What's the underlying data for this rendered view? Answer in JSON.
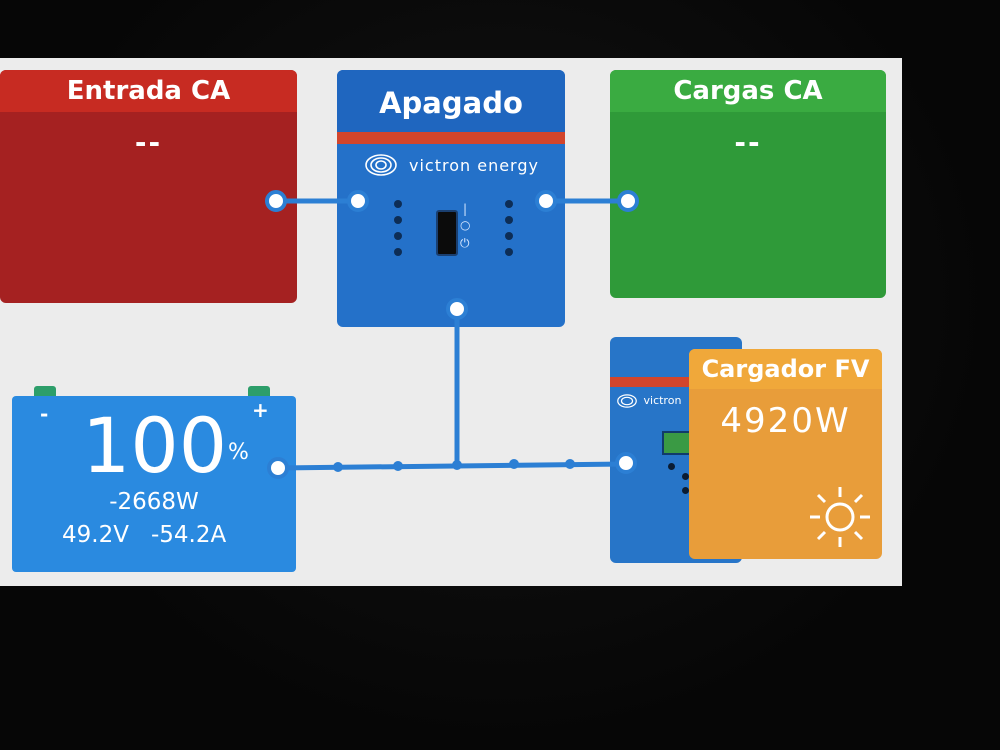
{
  "ac_input": {
    "title": "Entrada CA",
    "value": "--"
  },
  "inverter": {
    "state": "Apagado",
    "brand": "victron energy"
  },
  "ac_loads": {
    "title": "Cargas CA",
    "value": "--"
  },
  "battery": {
    "soc": "100",
    "soc_unit": "%",
    "minus": "-",
    "plus": "+",
    "power": "-2668W",
    "voltage": "49.2V",
    "current": "-54.2A"
  },
  "pv_charger": {
    "title": "Cargador FV",
    "power": "4920W",
    "device_brand": "victron"
  },
  "icons": [
    "victron-logo-icon",
    "sun-icon",
    "power-icon"
  ],
  "colors": {
    "ac_input": "#a52121",
    "inverter": "#2471c9",
    "ac_loads": "#2f9a39",
    "battery": "#2a8ae0",
    "pv_charger": "#e89d3a",
    "flow_line": "#2c7fd4"
  }
}
